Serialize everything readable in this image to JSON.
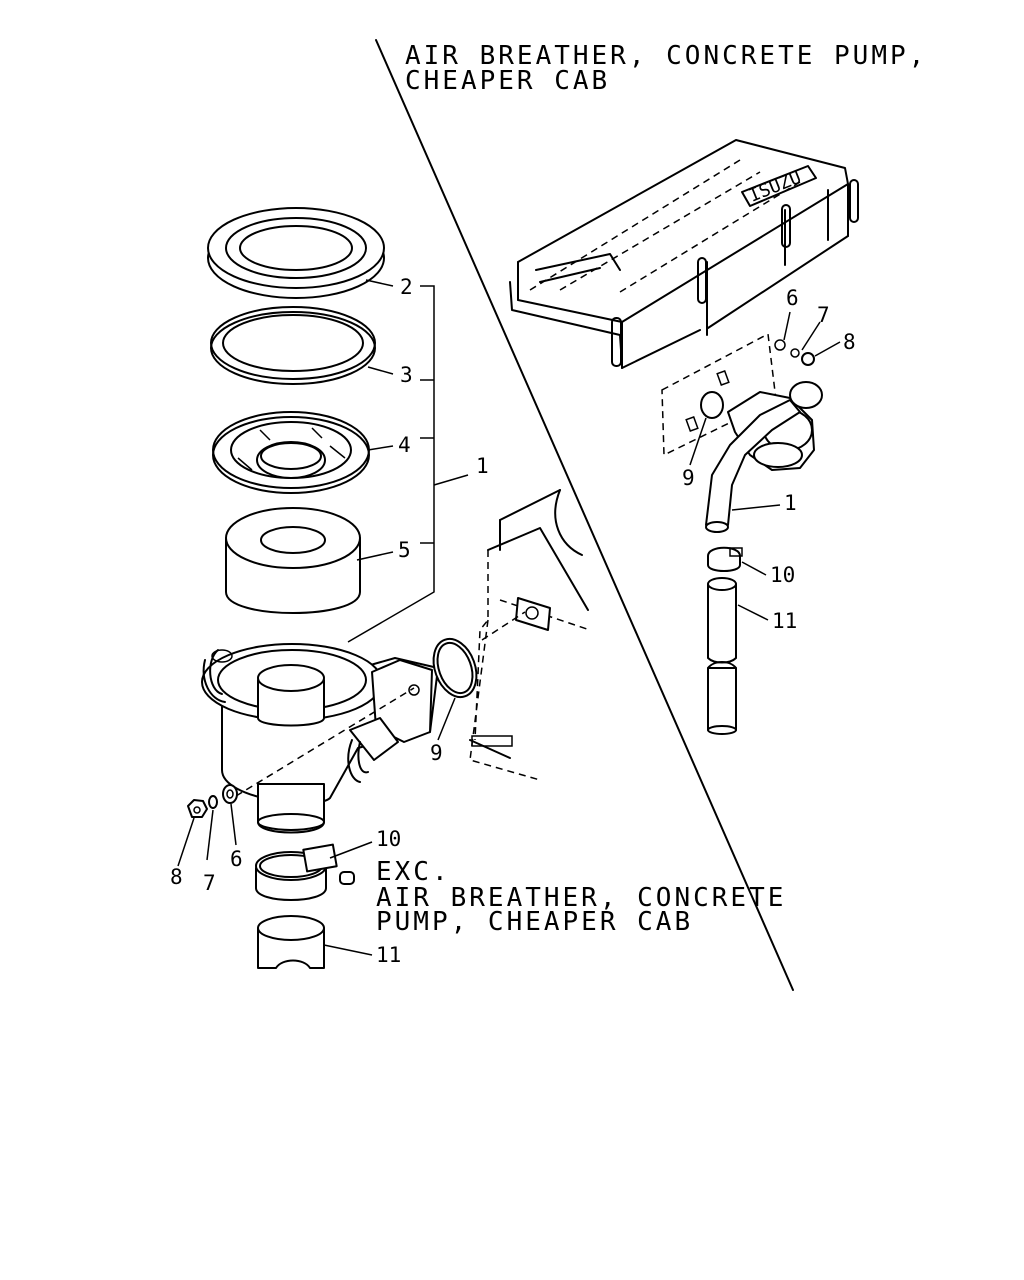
{
  "variant_notes": {
    "air_breather_line1": "AIR BREATHER, CONCRETE PUMP,",
    "air_breather_line2": "CHEAPER CAB",
    "exc_line1": "EXC.",
    "exc_line2": "AIR BREATHER, CONCRETE",
    "exc_line3": "PUMP, CHEAPER CAB"
  },
  "engine_cover_logo": "ISUZU",
  "left_callouts": {
    "cover": "2",
    "gasket": "3",
    "element_holder": "4",
    "element": "5",
    "assembly": "1",
    "washer": "6",
    "lock_washer": "7",
    "nut": "8",
    "o_ring": "9",
    "clamp": "10",
    "hose": "11"
  },
  "right_callouts": {
    "washer": "6",
    "lock_washer": "7",
    "nut": "8",
    "o_ring": "9",
    "pipe_assembly": "1",
    "clamp": "10",
    "hose": "11"
  }
}
